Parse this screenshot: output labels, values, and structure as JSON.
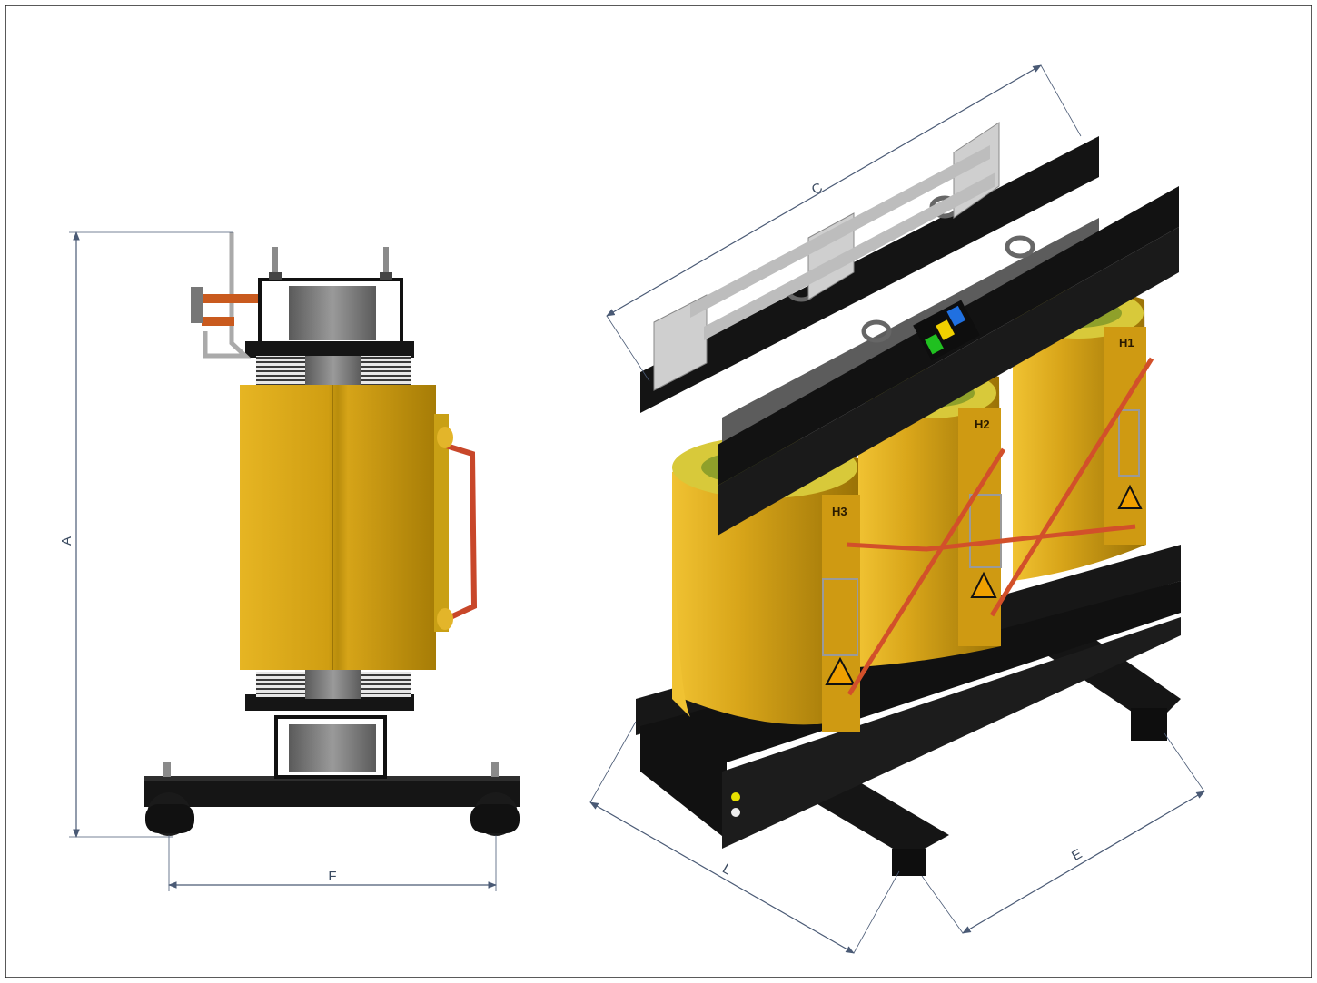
{
  "drawing": {
    "side_view": {
      "dimension_labels": {
        "height": "A",
        "width": "F"
      }
    },
    "iso_view": {
      "dimension_labels": {
        "length_top": "C",
        "base_length": "L",
        "base_depth": "E"
      },
      "coil_labels": [
        "H1",
        "H2",
        "H3"
      ]
    }
  },
  "colors": {
    "coil": "#d4a017",
    "coil_dark": "#9c7209",
    "coil_light": "#e8bb2a",
    "frame": "#141414",
    "busbar": "#c9c9c9",
    "cable": "#d0502a",
    "core": "#7a7a7a",
    "dimension": "#4a5a75"
  }
}
